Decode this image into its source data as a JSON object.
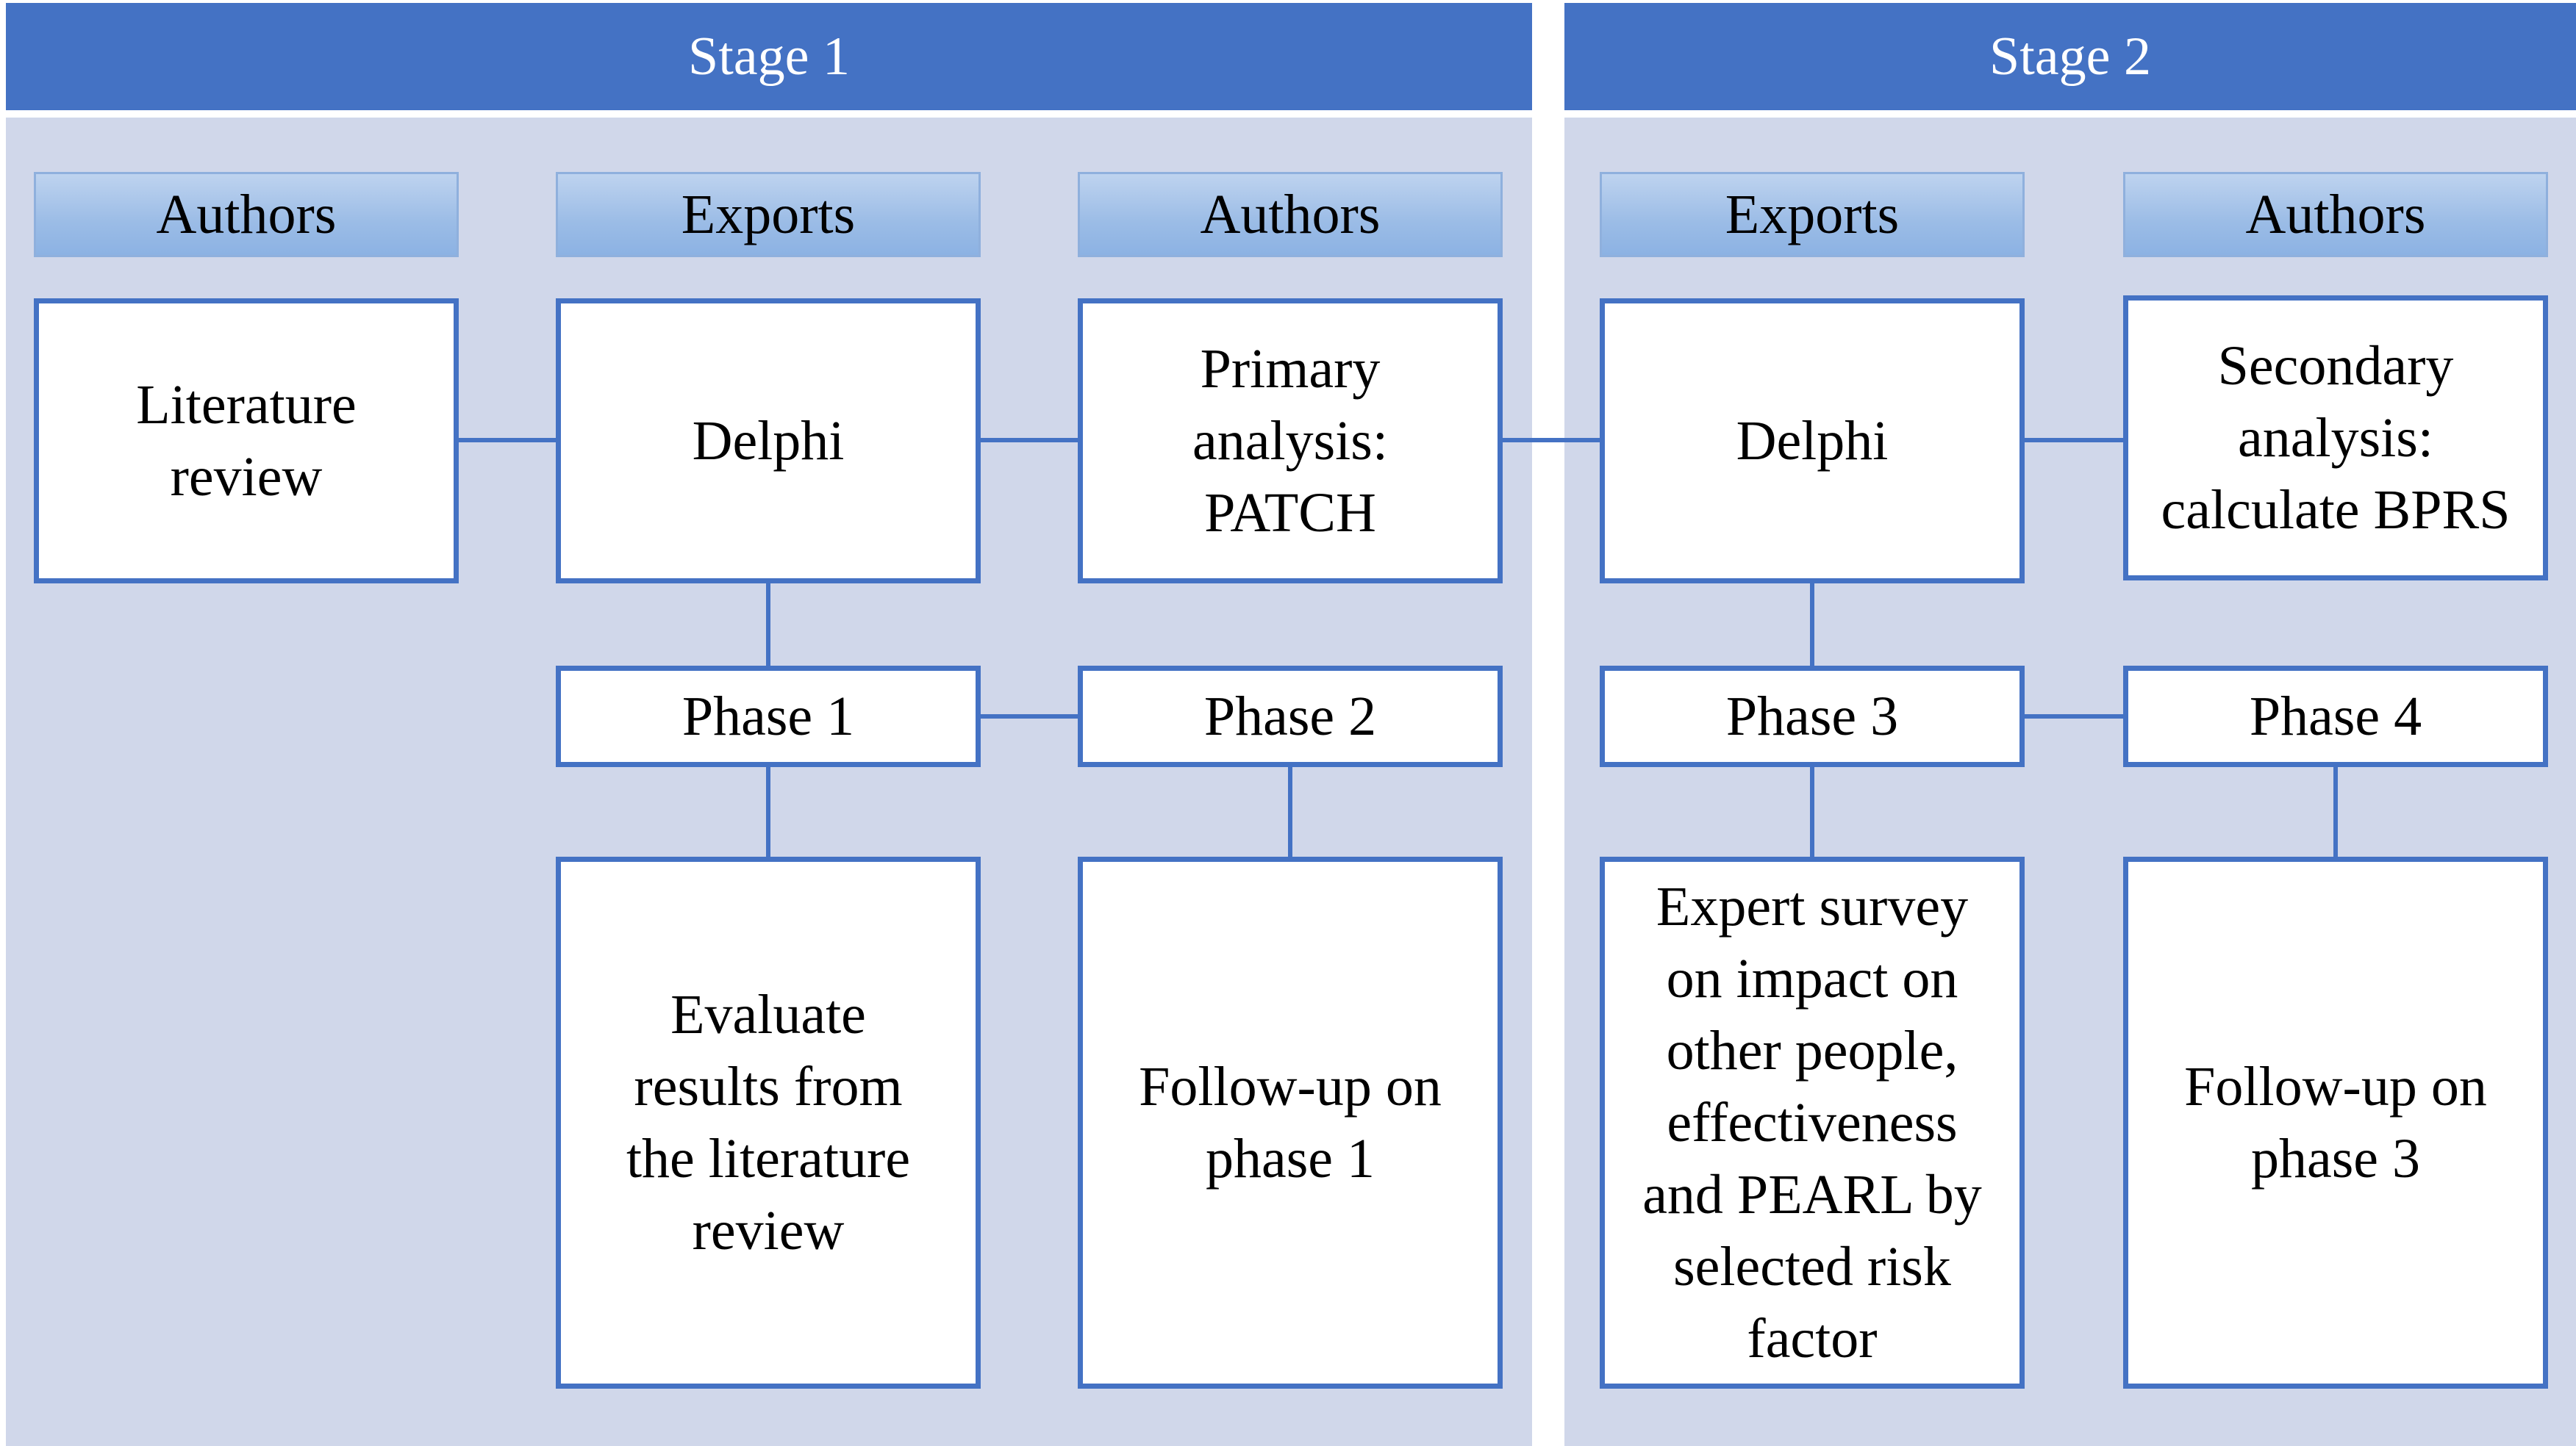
{
  "stages": [
    {
      "label": "Stage 1"
    },
    {
      "label": "Stage 2"
    }
  ],
  "roles": [
    "Authors",
    "Exports",
    "Authors",
    "Exports",
    "Authors"
  ],
  "activities": [
    "Literature\nreview",
    "Delphi",
    "Primary\nanalysis:\nPATCH",
    "Delphi",
    "Secondary\nanalysis:\ncalculate BPRS"
  ],
  "phases": [
    "Phase 1",
    "Phase 2",
    "Phase 3",
    "Phase 4"
  ],
  "details": [
    "Evaluate\nresults from\nthe literature\nreview",
    "Follow-up on\nphase 1",
    "Expert survey\non impact on\nother people,\neffectiveness\nand PEARL by\nselected risk\nfactor",
    "Follow-up on\nphase 3"
  ],
  "colors": {
    "header_blue": "#4472c4",
    "panel_lavender": "#d0d7ea",
    "role_gradient_top": "#bed3ef",
    "role_gradient_bottom": "#8cb2e3",
    "box_border": "#4472c4"
  }
}
